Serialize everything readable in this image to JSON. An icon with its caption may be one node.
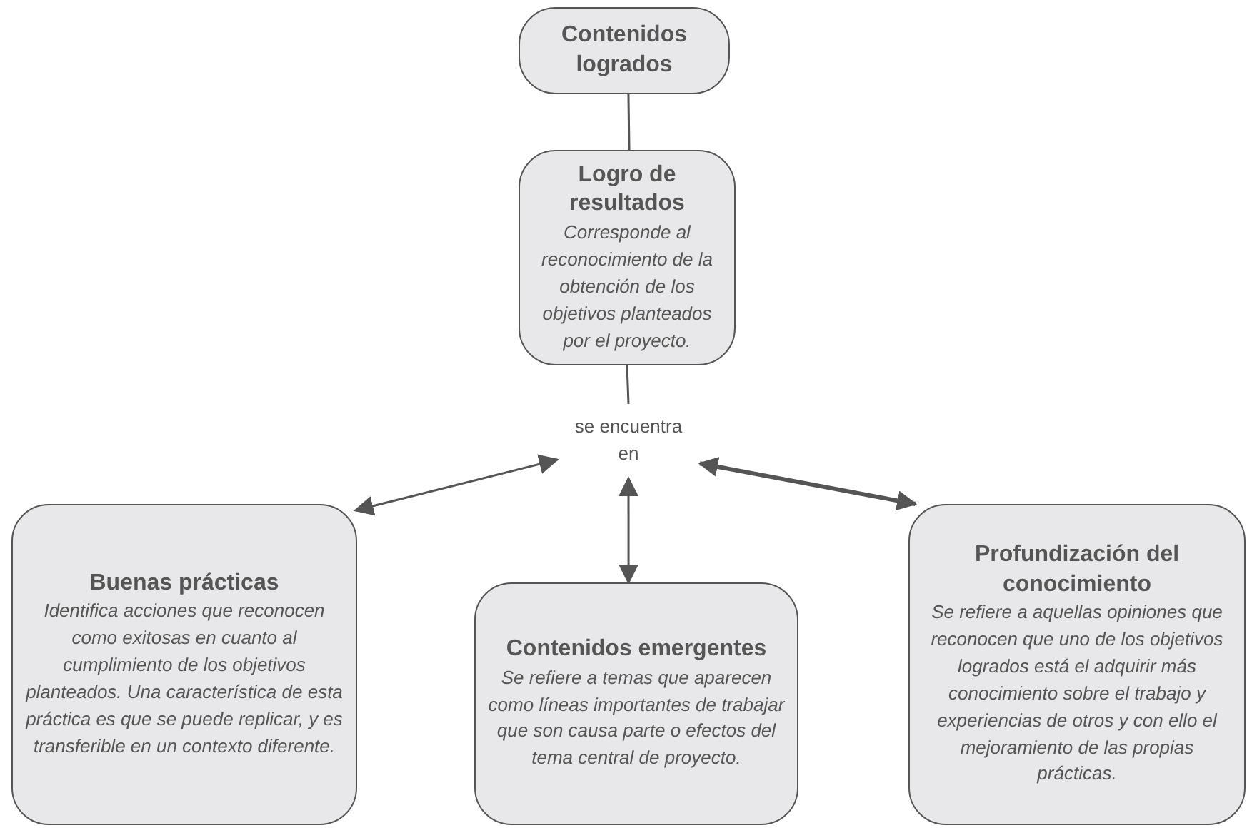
{
  "diagram": {
    "nodes": [
      {
        "text": [
          "Contenidos logrados"
        ]
      },
      {
        "text": [
          "Logro de resultados",
          "Corresponde al reconocimiento de la obtención de los objetivos planteados por el proyecto."
        ]
      },
      {
        "text": [
          "se encuentra en"
        ]
      },
      {
        "text": [
          "Buenas prácticas",
          "Identifica acciones que reconocen como exitosas en cuanto al cumplimiento de los objetivos planteados. Una característica de esta práctica es que se puede replicar, y es transferible en un contexto diferente."
        ]
      },
      {
        "text": [
          "Contenidos emergentes",
          "Se refiere a temas que aparecen como líneas importantes de trabajar que son causa parte o efectos del tema central de proyecto."
        ]
      },
      {
        "text": [
          "Profundización del conocimiento",
          "Se refiere a aquellas opiniones que reconocen que uno de los objetivos logrados está el adquirir más conocimiento sobre el trabajo y experiencias de otros y con ello el mejoramiento de las propias prácticas."
        ]
      }
    ],
    "edges": [
      {
        "from": 0,
        "to": 1,
        "arrow": "none"
      },
      {
        "from": 1,
        "to": 2,
        "arrow": "none"
      },
      {
        "from": 2,
        "to": 3,
        "arrow": "both"
      },
      {
        "from": 2,
        "to": 4,
        "arrow": "both"
      },
      {
        "from": 2,
        "to": 5,
        "arrow": "both",
        "style": "thick"
      }
    ]
  }
}
